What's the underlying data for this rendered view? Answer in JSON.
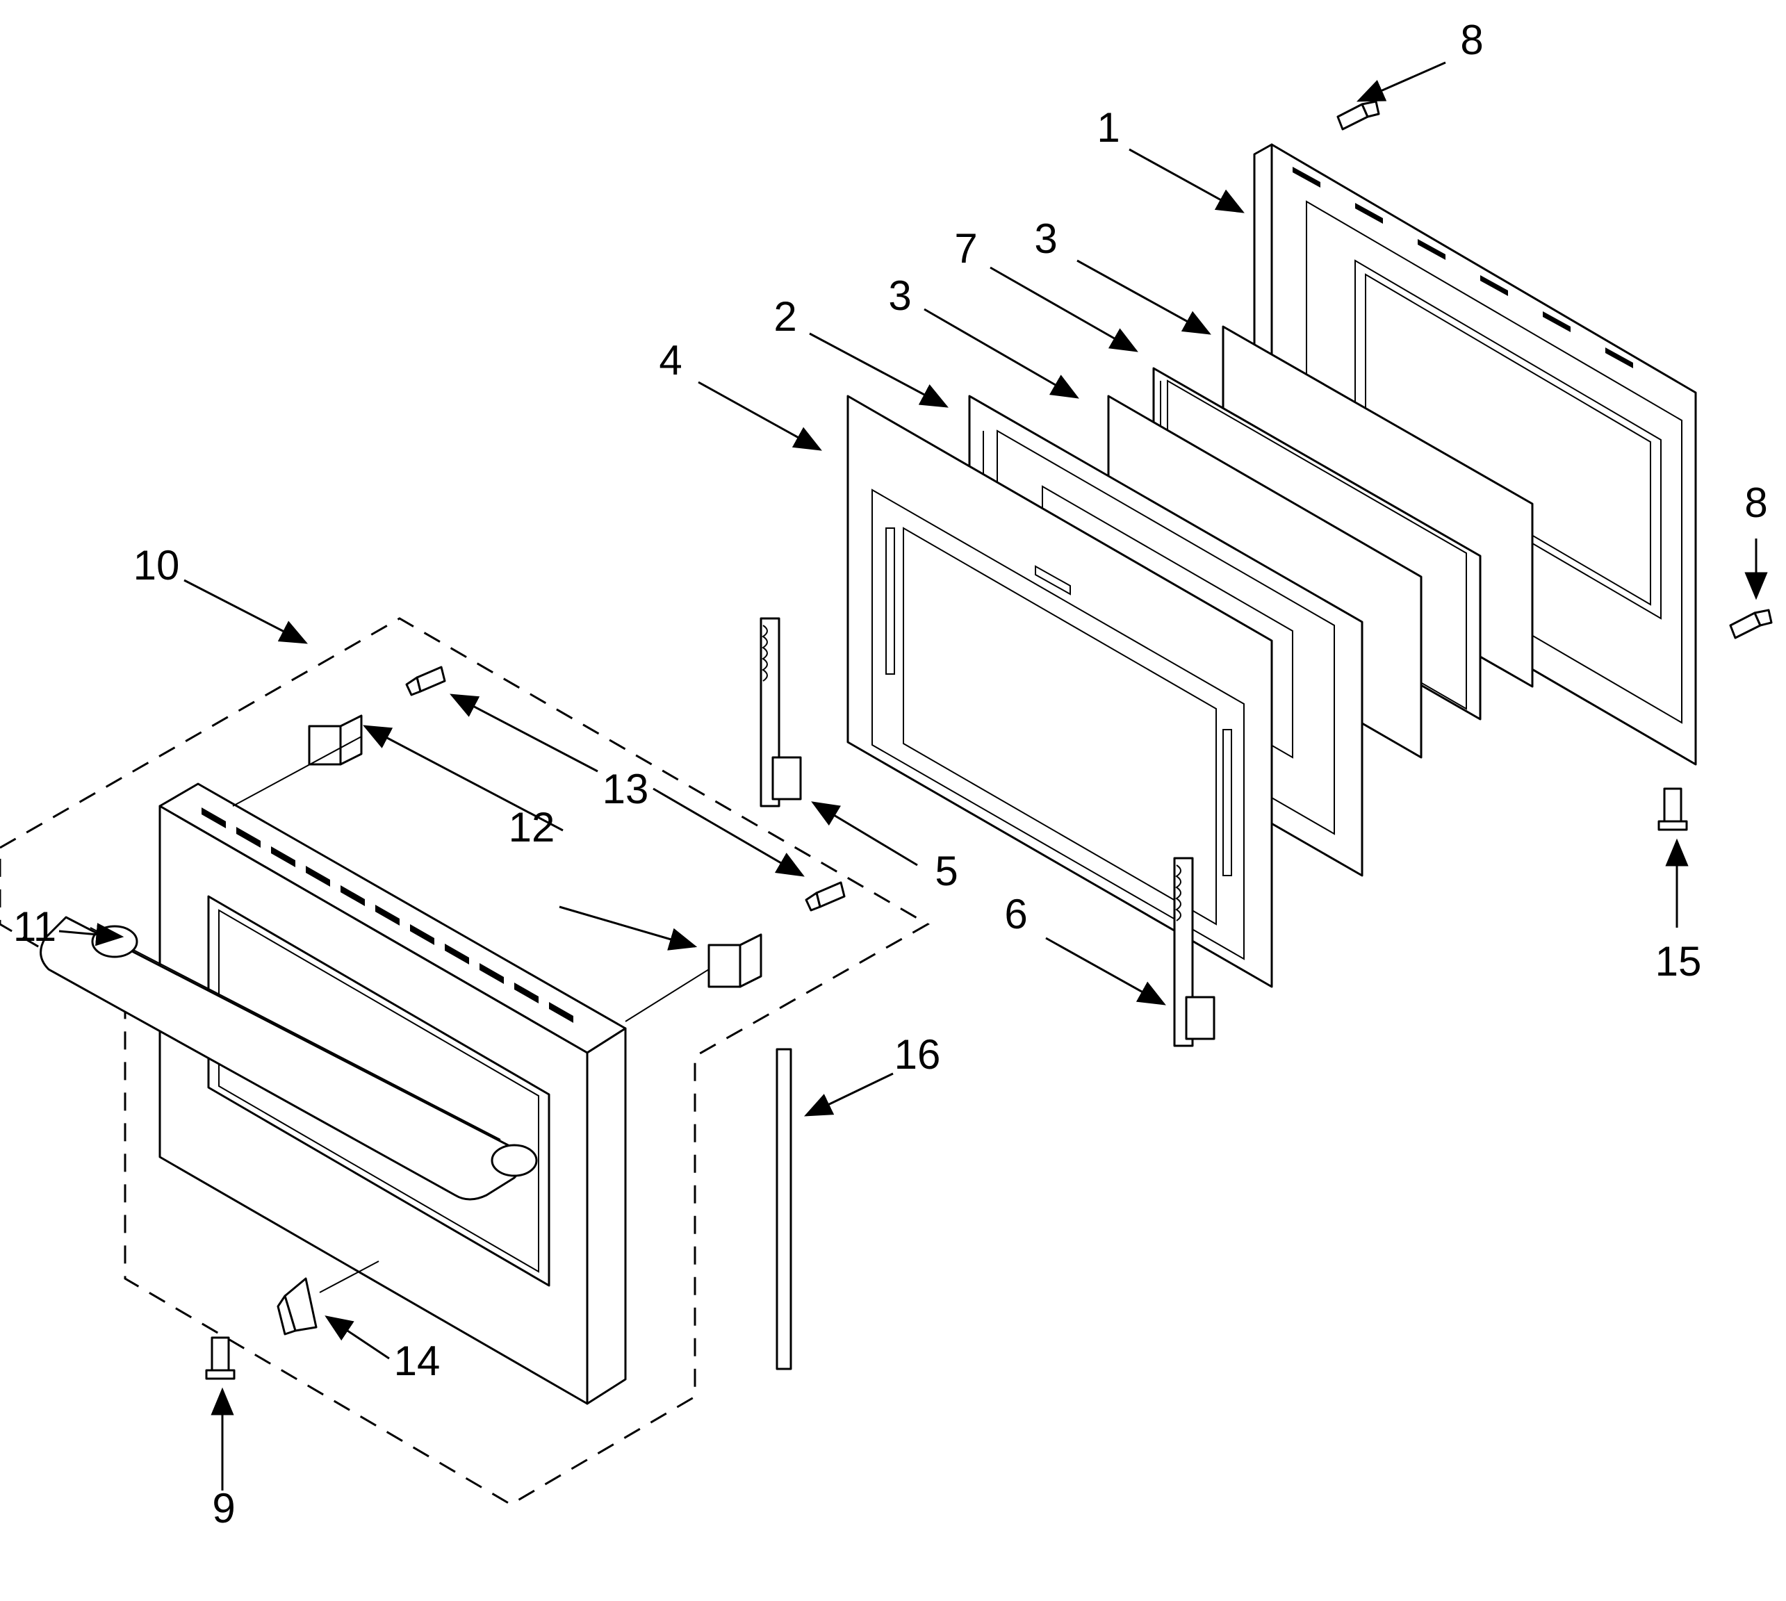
{
  "callouts": [
    {
      "id": "c1",
      "label": "1"
    },
    {
      "id": "c2",
      "label": "2"
    },
    {
      "id": "c3a",
      "label": "3"
    },
    {
      "id": "c3b",
      "label": "3"
    },
    {
      "id": "c4",
      "label": "4"
    },
    {
      "id": "c5",
      "label": "5"
    },
    {
      "id": "c6",
      "label": "6"
    },
    {
      "id": "c7",
      "label": "7"
    },
    {
      "id": "c8a",
      "label": "8"
    },
    {
      "id": "c8b",
      "label": "8"
    },
    {
      "id": "c9",
      "label": "9"
    },
    {
      "id": "c10",
      "label": "10"
    },
    {
      "id": "c11",
      "label": "11"
    },
    {
      "id": "c12",
      "label": "12"
    },
    {
      "id": "c13",
      "label": "13"
    },
    {
      "id": "c14",
      "label": "14"
    },
    {
      "id": "c15",
      "label": "15"
    },
    {
      "id": "c16",
      "label": "16"
    }
  ]
}
